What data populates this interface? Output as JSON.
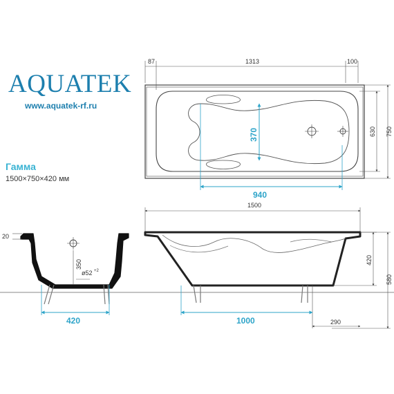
{
  "brand": {
    "logo_text": "AQUATEK",
    "website": "www.aquatek-rf.ru",
    "model": "Гамма",
    "dimensions_text": "1500×750×420 мм",
    "primary_color": "#1d7fae",
    "accent_color": "#2da4c9"
  },
  "top_view": {
    "dim_left": "87",
    "dim_center": "1313",
    "dim_right": "100",
    "dim_inner_width": "630",
    "dim_outer_width": "750",
    "dim_highlight_vertical": "370",
    "dim_highlight_horizontal": "940"
  },
  "side_view": {
    "dim_total_length": "1500",
    "dim_depth": "420",
    "dim_total_height": "580",
    "dim_bottom_length": "1000",
    "dim_leg_offset": "290"
  },
  "end_view": {
    "dim_rim": "20",
    "dim_height": "350",
    "dim_drain": "ø52",
    "dim_drain_sup": "+2",
    "dim_width": "420"
  }
}
